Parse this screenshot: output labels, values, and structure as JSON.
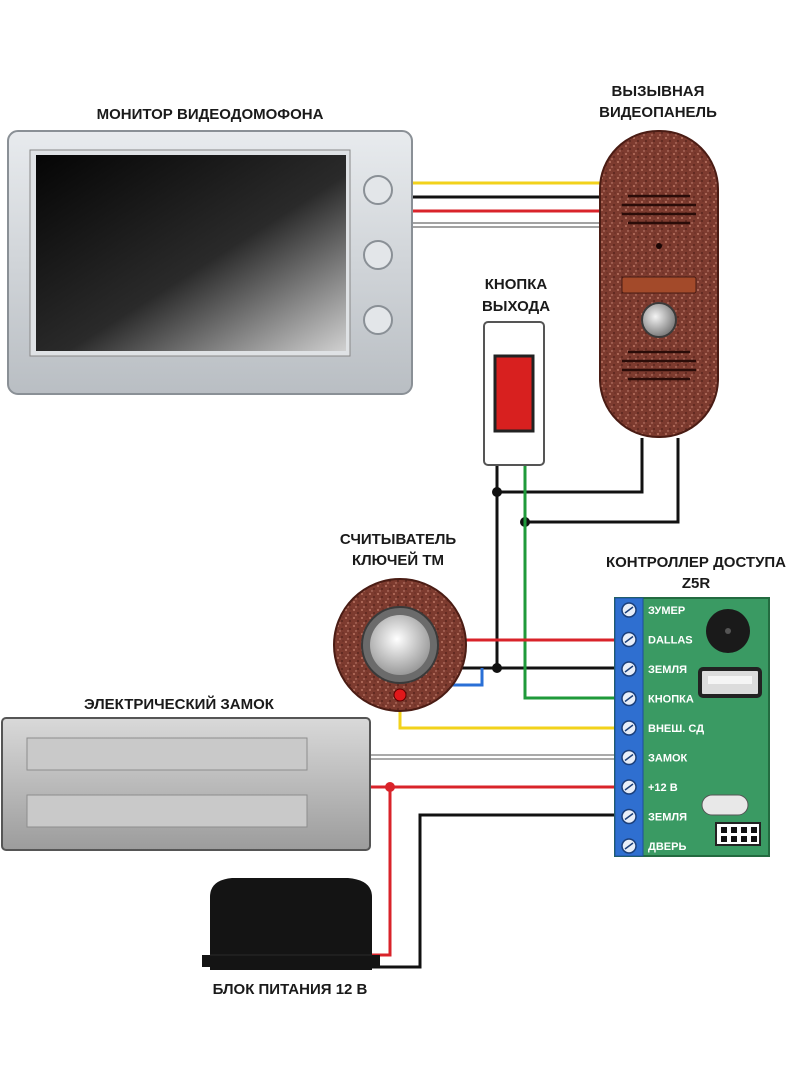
{
  "labels": {
    "monitor": "МОНИТОР ВИДЕОДОМОФОНА",
    "panel_line1": "ВЫЗЫВНАЯ",
    "panel_line2": "ВИДЕОПАНЕЛЬ",
    "exit_line1": "КНОПКА",
    "exit_line2": "ВЫХОДА",
    "reader_line1": "СЧИТЫВАТЕЛЬ",
    "reader_line2": "КЛЮЧЕЙ ТМ",
    "controller_line1": "КОНТРОЛЛЕР ДОСТУПА",
    "controller_line2": "Z5R",
    "lock": "ЭЛЕКТРИЧЕСКИЙ ЗАМОК",
    "psu": "БЛОК ПИТАНИЯ 12 В"
  },
  "terminals": [
    "ЗУМЕР",
    "DALLAS",
    "ЗЕМЛЯ",
    "КНОПКА",
    "ВНЕШ. СД",
    "ЗАМОК",
    "+12 В",
    "ЗЕМЛЯ",
    "ДВЕРЬ"
  ],
  "colors": {
    "wire_yellow": "#f2d21b",
    "wire_red": "#d9232a",
    "wire_black": "#111111",
    "wire_white": "#ffffff",
    "wire_green": "#1f9a3a",
    "wire_blue": "#2a6fd6",
    "controller_board": "#3a9a63",
    "terminal_block": "#2f6fd0",
    "panel_body": "#7a3a2e",
    "exit_button": "#d8201f"
  }
}
